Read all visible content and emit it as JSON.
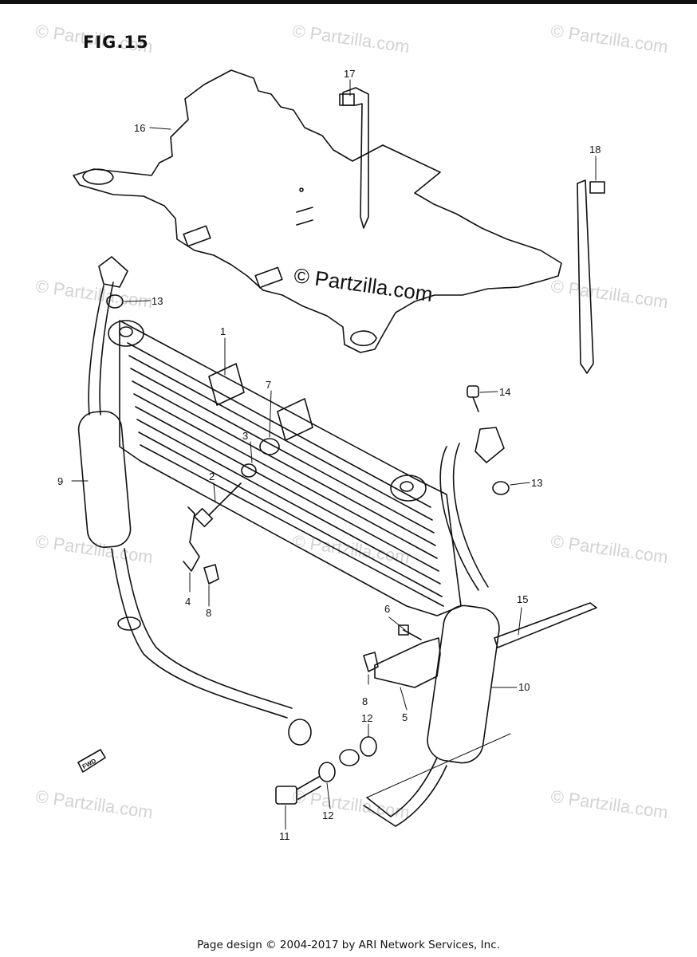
{
  "figure": {
    "title": "FIG.15"
  },
  "watermark": {
    "text": "© Partzilla.com"
  },
  "center_watermark": "© Partzilla.com",
  "fwd_label": "FWD",
  "callouts": {
    "c1": "1",
    "c2": "2",
    "c3": "3",
    "c4": "4",
    "c5": "5",
    "c6": "6",
    "c7": "7",
    "c8a": "8",
    "c8b": "8",
    "c9": "9",
    "c10": "10",
    "c11": "11",
    "c12a": "12",
    "c12b": "12",
    "c13a": "13",
    "c13b": "13",
    "c14": "14",
    "c15": "15",
    "c16": "16",
    "c17": "17",
    "c18": "18"
  },
  "footer": "Page design © 2004-2017 by ARI Network Services, Inc."
}
